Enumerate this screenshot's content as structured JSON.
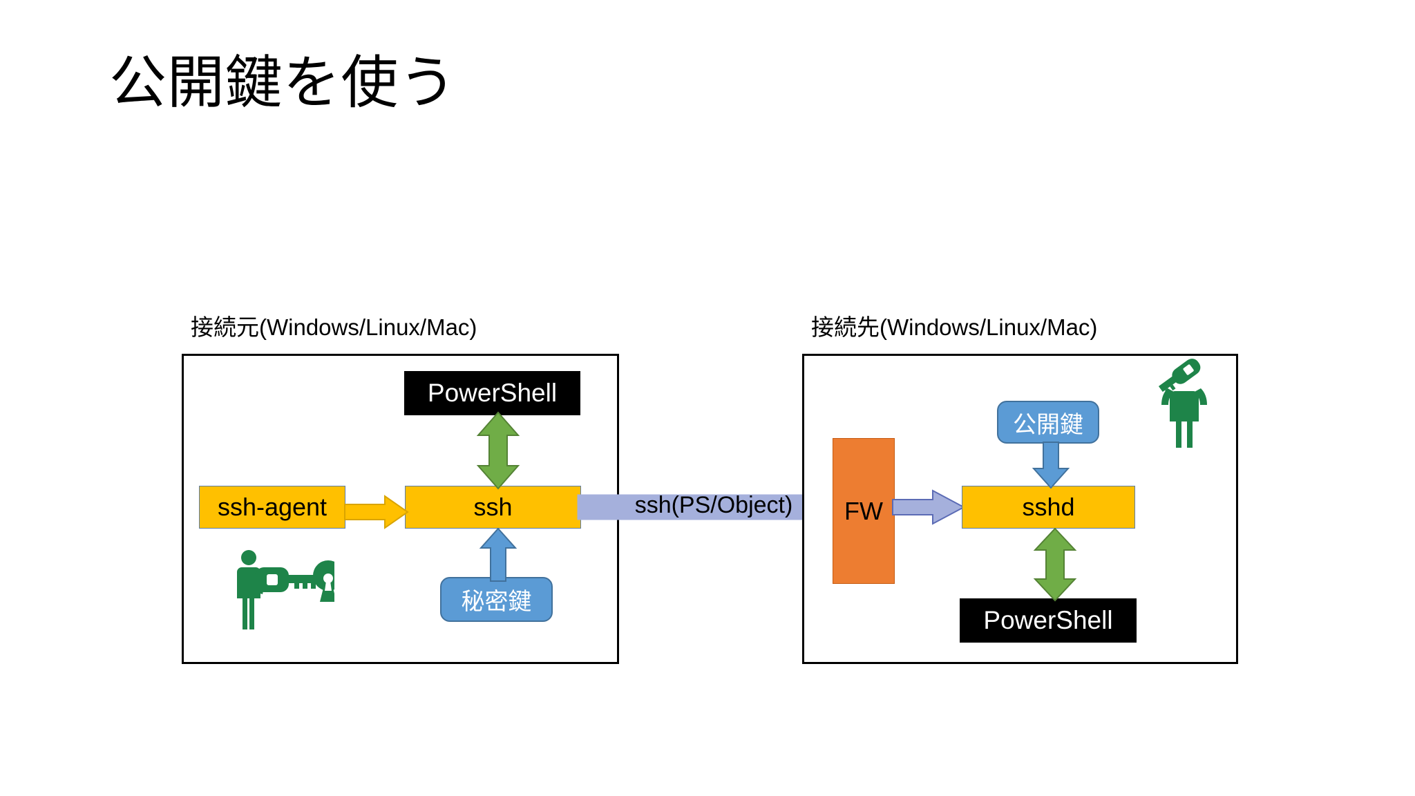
{
  "slide": {
    "title": "公開鍵を使う",
    "background": "#ffffff"
  },
  "colors": {
    "yellow_node": "#FFC000",
    "black_node": "#000000",
    "blue_node": "#5B9BD5",
    "orange_node": "#ED7D31",
    "green_arrow": "#70AD47",
    "periwinkle_arrow": "#A5B0DC",
    "yellow_arrow": "#FFC000",
    "blue_arrow": "#5B9BD5",
    "pictogram_green": "#1E8449",
    "box_border": "#000000"
  },
  "source_host": {
    "caption": "接続元(Windows/Linux/Mac)",
    "nodes": {
      "ssh_agent": "ssh-agent",
      "ssh": "ssh",
      "powershell": "PowerShell",
      "private_key": "秘密鍵"
    },
    "pictogram": "person-handing-key-to-keyhole-icon"
  },
  "destination_host": {
    "caption": "接続先(Windows/Linux/Mac)",
    "nodes": {
      "fw": "FW",
      "sshd": "sshd",
      "powershell": "PowerShell",
      "public_key": "公開鍵"
    },
    "pictogram": "person-raising-key-icon"
  },
  "link": {
    "label": "ssh(PS/Object)"
  },
  "arrows": [
    {
      "name": "ssh-agent-to-ssh",
      "direction": "right",
      "color": "#FFC000"
    },
    {
      "name": "ssh-to-powershell",
      "direction": "both-vertical",
      "color": "#70AD47"
    },
    {
      "name": "private-key-to-ssh",
      "direction": "up",
      "color": "#5B9BD5"
    },
    {
      "name": "ssh-to-fw",
      "direction": "right",
      "color": "#A5B0DC"
    },
    {
      "name": "fw-to-sshd",
      "direction": "right",
      "color": "#A5B0DC"
    },
    {
      "name": "public-key-to-sshd",
      "direction": "down",
      "color": "#5B9BD5"
    },
    {
      "name": "sshd-to-powershell",
      "direction": "both-vertical",
      "color": "#70AD47"
    }
  ]
}
